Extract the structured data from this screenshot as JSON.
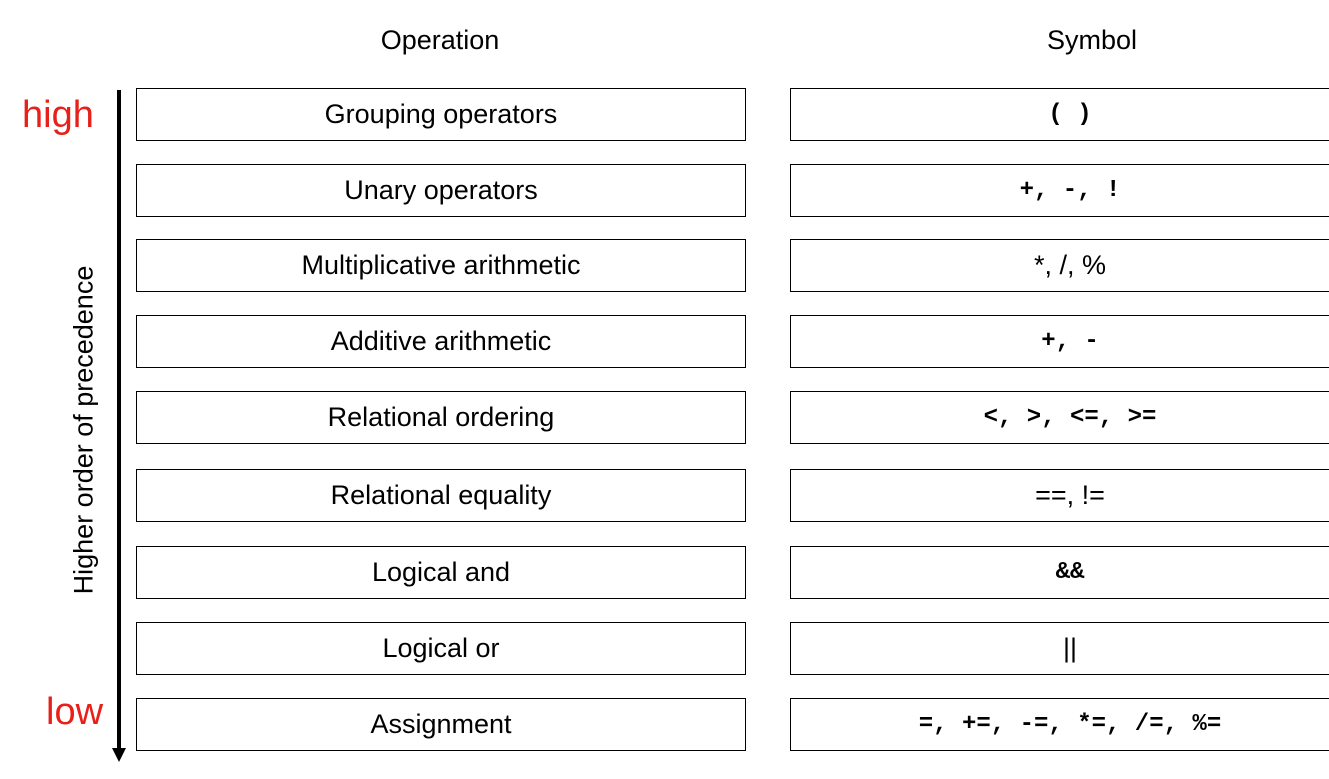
{
  "headers": {
    "operation": "Operation",
    "symbol": "Symbol"
  },
  "axis": {
    "label": "Higher order of precedence",
    "high": "high",
    "low": "low"
  },
  "rows": [
    {
      "operation": "Grouping operators",
      "symbol": "( )"
    },
    {
      "operation": "Unary operators",
      "symbol": "+, -, !"
    },
    {
      "operation": "Multiplicative arithmetic",
      "symbol": "*, /, %"
    },
    {
      "operation": "Additive arithmetic",
      "symbol": "+, -"
    },
    {
      "operation": "Relational ordering",
      "symbol": "<, >, <=, >="
    },
    {
      "operation": "Relational equality",
      "symbol": "==, !="
    },
    {
      "operation": "Logical and",
      "symbol": "&&"
    },
    {
      "operation": "Logical or",
      "symbol": "||"
    },
    {
      "operation": "Assignment",
      "symbol": "=, +=, -=, *=, /=, %="
    }
  ],
  "colors": {
    "level_label": "#e8201a",
    "border": "#000000"
  }
}
